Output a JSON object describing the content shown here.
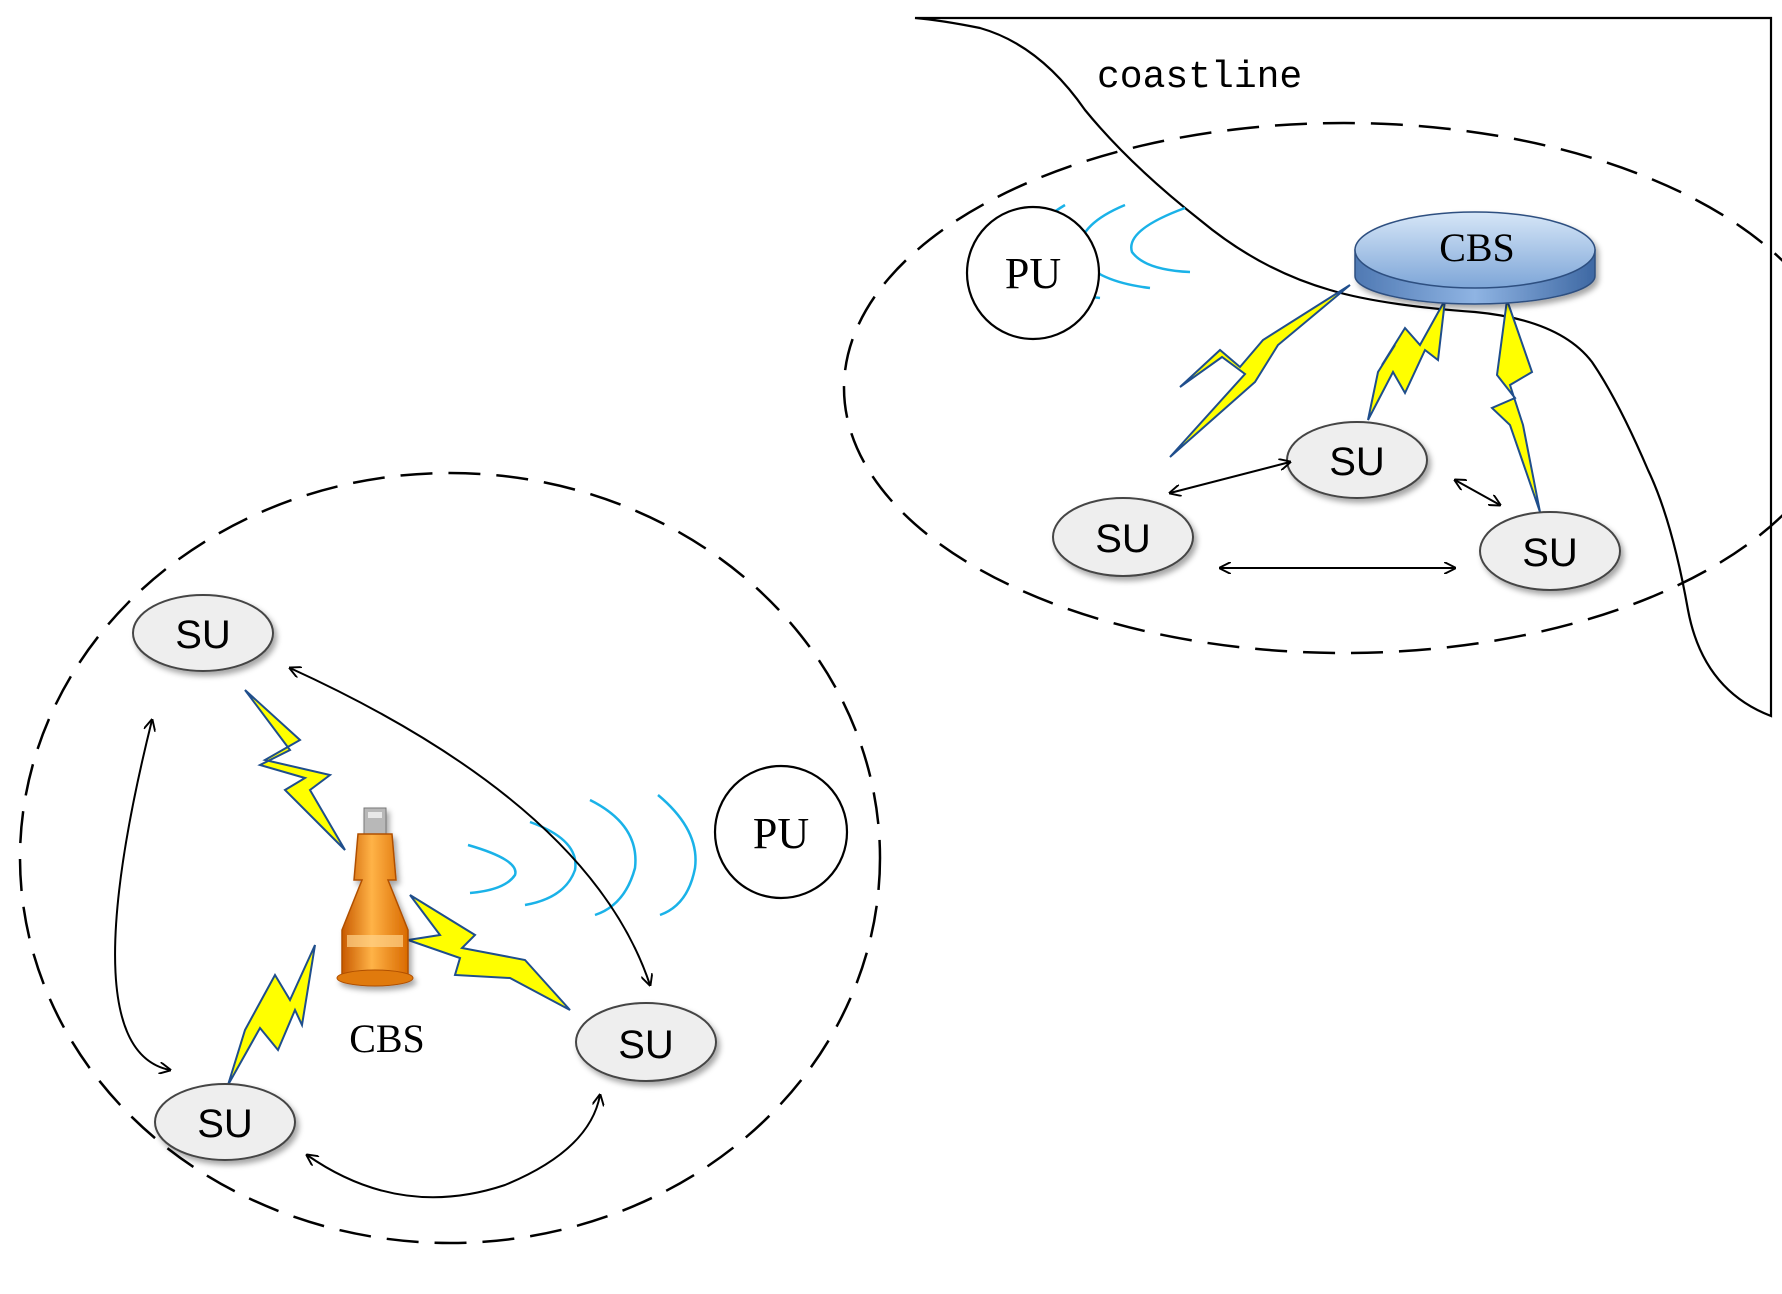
{
  "left_cell": {
    "base_station": {
      "label": "CBS",
      "icon": "tower-icon"
    },
    "primary_user": {
      "label": "PU"
    },
    "secondary_users": [
      {
        "label": "SU"
      },
      {
        "label": "SU"
      },
      {
        "label": "SU"
      }
    ]
  },
  "right_cell": {
    "coastline_label": "coastline",
    "base_station": {
      "label": "CBS",
      "icon": "disc-station-icon"
    },
    "primary_user": {
      "label": "PU"
    },
    "secondary_users": [
      {
        "label": "SU"
      },
      {
        "label": "SU"
      },
      {
        "label": "SU"
      }
    ]
  },
  "colors": {
    "bolt_fill": "#ffff00",
    "bolt_stroke": "#1f4e8c",
    "wave": "#1ab2e8",
    "su_fill": "#eeeeee",
    "tower_orange": "#f08c1a",
    "disc_blue": "#8fb4e3"
  }
}
